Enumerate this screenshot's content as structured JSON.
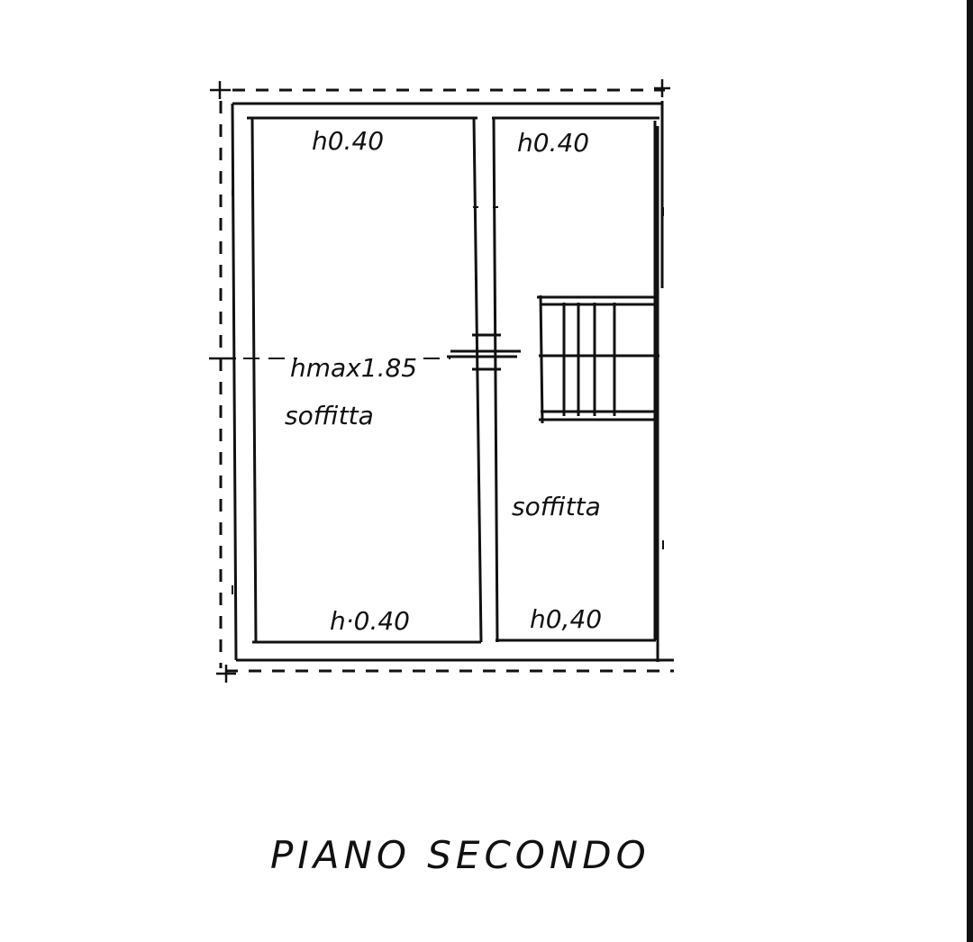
{
  "plan": {
    "rooms": [
      {
        "name": "soffitta",
        "height_top": "h0.40",
        "height_max": "hmax1.85",
        "height_bottom": "h·0.40"
      },
      {
        "name": "soffitta",
        "height_top": "h0.40",
        "height_bottom": "h0,40"
      }
    ],
    "title": "PIANO SECONDO"
  }
}
